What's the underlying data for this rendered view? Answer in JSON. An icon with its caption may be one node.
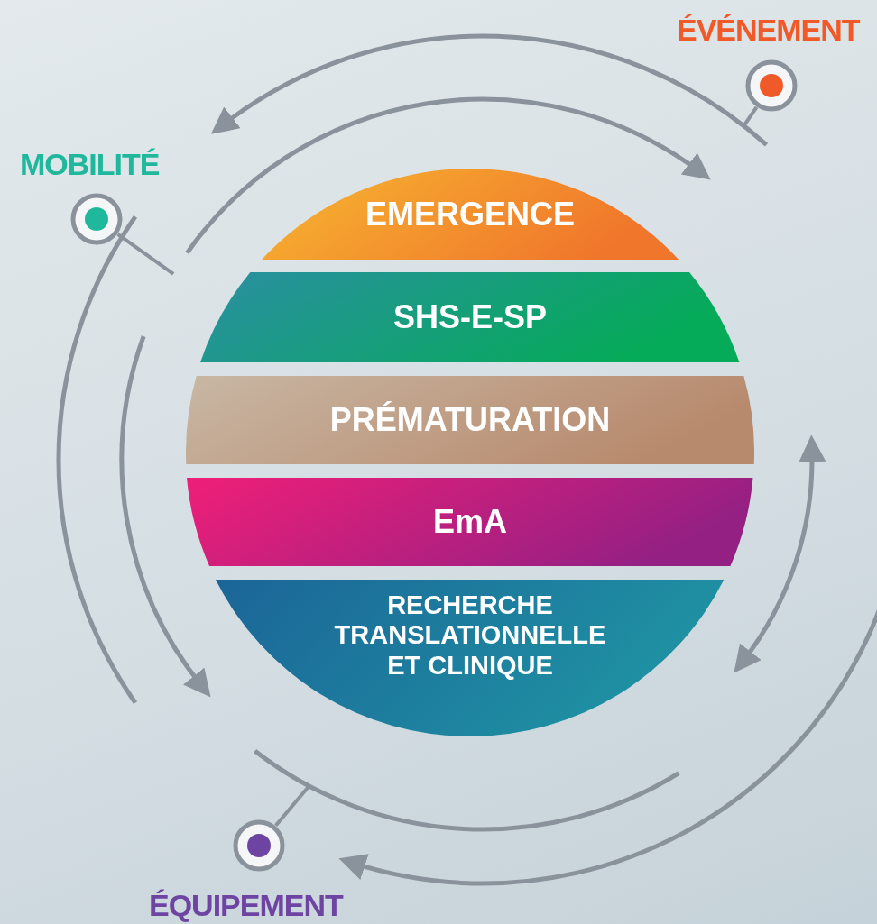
{
  "diagram": {
    "nodes": [
      {
        "text": [
          "EMERGENCE"
        ]
      },
      {
        "text": [
          "SHS-E-SP"
        ]
      },
      {
        "text": [
          "PRÉMATURATION"
        ]
      },
      {
        "text": [
          "EmA"
        ]
      },
      {
        "text": [
          "RECHERCHE TRANSLATIONNELLE ET CLINIQUE"
        ]
      },
      {
        "text": [
          "ÉVÉNEMENT"
        ]
      },
      {
        "text": [
          "MOBILITÉ"
        ]
      },
      {
        "text": [
          "ÉQUIPEMENT"
        ]
      }
    ],
    "edges": [
      {
        "from": 5,
        "to": null,
        "arrow": "none"
      },
      {
        "from": 6,
        "to": null,
        "arrow": "none"
      },
      {
        "from": 7,
        "to": null,
        "arrow": "none"
      }
    ]
  }
}
